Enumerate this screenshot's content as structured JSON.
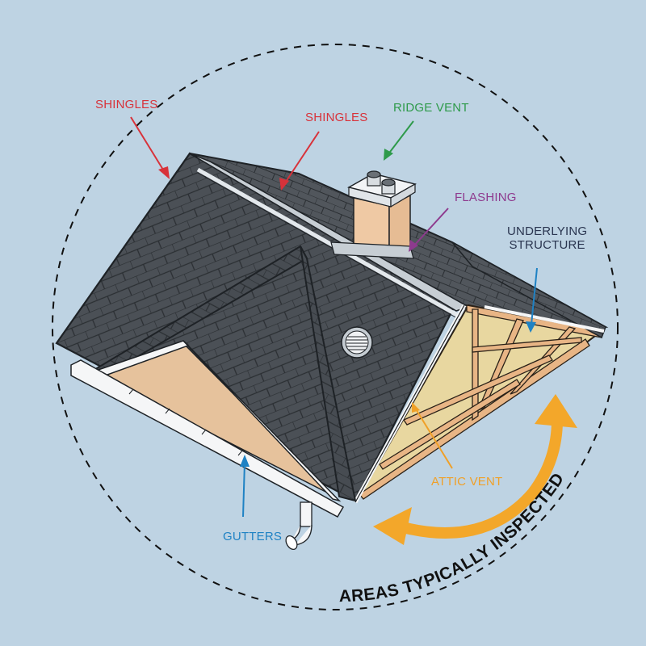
{
  "diagram": {
    "title": "Areas Typically Inspected",
    "background": "#bed3e3",
    "labels": {
      "shingles_left": {
        "text": "SHINGLES",
        "color": "#d8323a"
      },
      "shingles_center": {
        "text": "SHINGLES",
        "color": "#d8323a"
      },
      "ridge_vent": {
        "text": "RIDGE VENT",
        "color": "#2e9a4a"
      },
      "flashing": {
        "text": "FLASHING",
        "color": "#8e3a8e"
      },
      "underlying_structure": {
        "line1": "UNDERLYING",
        "line2": "STRUCTURE",
        "color": "#2a3550"
      },
      "attic_vent": {
        "text": "ATTIC VENT",
        "color": "#f0a028"
      },
      "gutters": {
        "text": "GUTTERS",
        "color": "#1f82c4"
      }
    },
    "circular_caption": {
      "text": "AREAS TYPICALLY INSPECTED",
      "color": "#111111"
    },
    "colors": {
      "shingle": "#4b5056",
      "shingle_line": "#2b2f33",
      "ridge_cap": "#c7ced4",
      "gutter": "#f5f6f7",
      "chimney": "#efc9a4",
      "wood": "#e8b585",
      "insulation": "#e8d7a0",
      "soffit": "#e6c29c",
      "arrow_orange": "#f3a72a",
      "dashed_circle": "#111111"
    }
  }
}
